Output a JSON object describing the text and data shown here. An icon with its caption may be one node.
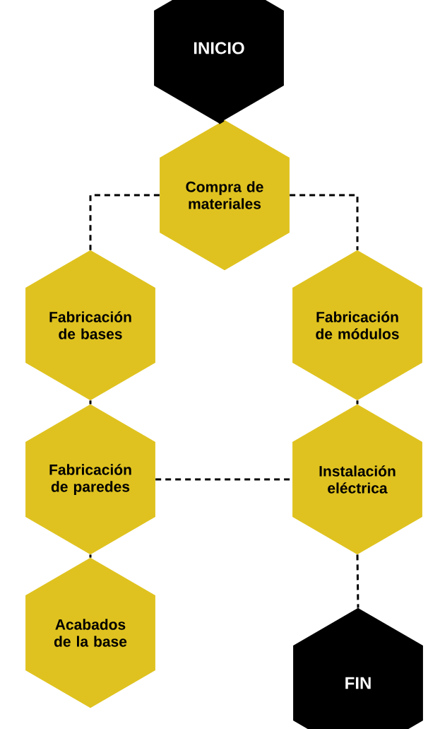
{
  "diagram": {
    "nodes": [
      {
        "text": [
          "INICIO"
        ]
      },
      {
        "text": [
          "Compra de materiales"
        ]
      },
      {
        "text": [
          "Fabricación de bases"
        ]
      },
      {
        "text": [
          "Fabricación de módulos"
        ]
      },
      {
        "text": [
          "Fabricación de paredes"
        ]
      },
      {
        "text": [
          "Instalación eléctrica"
        ]
      },
      {
        "text": [
          "Acabados de la base"
        ]
      },
      {
        "text": [
          "FIN"
        ]
      }
    ],
    "edges": [
      {
        "from": 0,
        "to": 1,
        "arrow": "none"
      },
      {
        "from": 1,
        "to": 2,
        "arrow": "none"
      },
      {
        "from": 1,
        "to": 3,
        "arrow": "none"
      },
      {
        "from": 2,
        "to": 4,
        "arrow": "none"
      },
      {
        "from": 3,
        "to": 5,
        "arrow": "none"
      },
      {
        "from": 4,
        "to": 5,
        "arrow": "none"
      },
      {
        "from": 4,
        "to": 6,
        "arrow": "none"
      },
      {
        "from": 5,
        "to": 7,
        "arrow": "none"
      }
    ]
  }
}
